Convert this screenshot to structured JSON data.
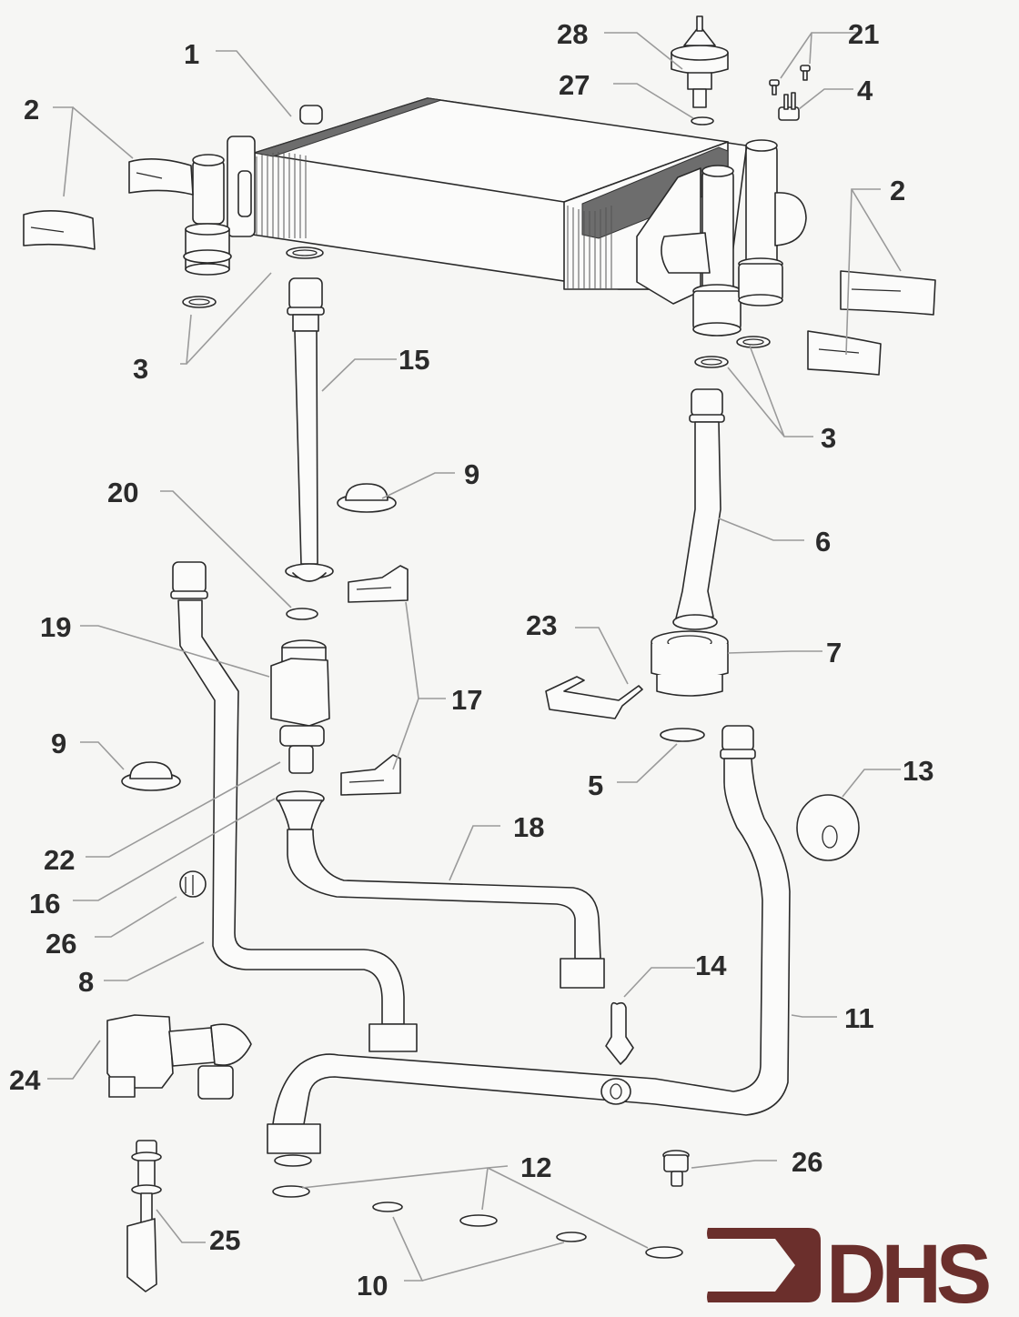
{
  "diagram": {
    "type": "exploded-parts-diagram",
    "subject": "boiler heat exchanger and hydraulic pipework",
    "callouts": [
      {
        "id": "c1",
        "label": "1",
        "part": "heat exchanger"
      },
      {
        "id": "c2a",
        "label": "2",
        "part": "retaining clip (left pair)"
      },
      {
        "id": "c2b",
        "label": "2",
        "part": "retaining clip (right pair)"
      },
      {
        "id": "c3a",
        "label": "3",
        "part": "o-ring (left pair)"
      },
      {
        "id": "c3b",
        "label": "3",
        "part": "o-ring (right pair)"
      },
      {
        "id": "c4",
        "label": "4",
        "part": "overheat thermostat"
      },
      {
        "id": "c5",
        "label": "5",
        "part": "washer"
      },
      {
        "id": "c6",
        "label": "6",
        "part": "flow pipe"
      },
      {
        "id": "c7",
        "label": "7",
        "part": "pipe connector"
      },
      {
        "id": "c8",
        "label": "8",
        "part": "pipe"
      },
      {
        "id": "c9a",
        "label": "9",
        "part": "grommet (upper)"
      },
      {
        "id": "c9b",
        "label": "9",
        "part": "grommet (lower)"
      },
      {
        "id": "c10",
        "label": "10",
        "part": "washers"
      },
      {
        "id": "c11",
        "label": "11",
        "part": "return pipe"
      },
      {
        "id": "c12",
        "label": "12",
        "part": "washers"
      },
      {
        "id": "c13",
        "label": "13",
        "part": "grommet disc"
      },
      {
        "id": "c14",
        "label": "14",
        "part": "clip"
      },
      {
        "id": "c15",
        "label": "15",
        "part": "pipe"
      },
      {
        "id": "c16",
        "label": "16",
        "part": "o-ring"
      },
      {
        "id": "c17",
        "label": "17",
        "part": "retaining clips"
      },
      {
        "id": "c18",
        "label": "18",
        "part": "pipe"
      },
      {
        "id": "c19",
        "label": "19",
        "part": "connector"
      },
      {
        "id": "c20",
        "label": "20",
        "part": "o-ring"
      },
      {
        "id": "c21",
        "label": "21",
        "part": "screws"
      },
      {
        "id": "c22",
        "label": "22",
        "part": "o-ring"
      },
      {
        "id": "c23",
        "label": "23",
        "part": "clip"
      },
      {
        "id": "c24",
        "label": "24",
        "part": "valve assembly"
      },
      {
        "id": "c25",
        "label": "25",
        "part": "flow sensor"
      },
      {
        "id": "c26a",
        "label": "26",
        "part": "sensor (left)"
      },
      {
        "id": "c26b",
        "label": "26",
        "part": "sensor (right)"
      },
      {
        "id": "c27",
        "label": "27",
        "part": "seal"
      },
      {
        "id": "c28",
        "label": "28",
        "part": "pressure switch"
      }
    ]
  },
  "logo": {
    "text": "DHS",
    "color": "#6b2f2c"
  },
  "colors": {
    "background": "#f6f6f4",
    "linework": "#2a2a2a",
    "leader": "#9a9a9a",
    "label": "#2b2b2b"
  }
}
